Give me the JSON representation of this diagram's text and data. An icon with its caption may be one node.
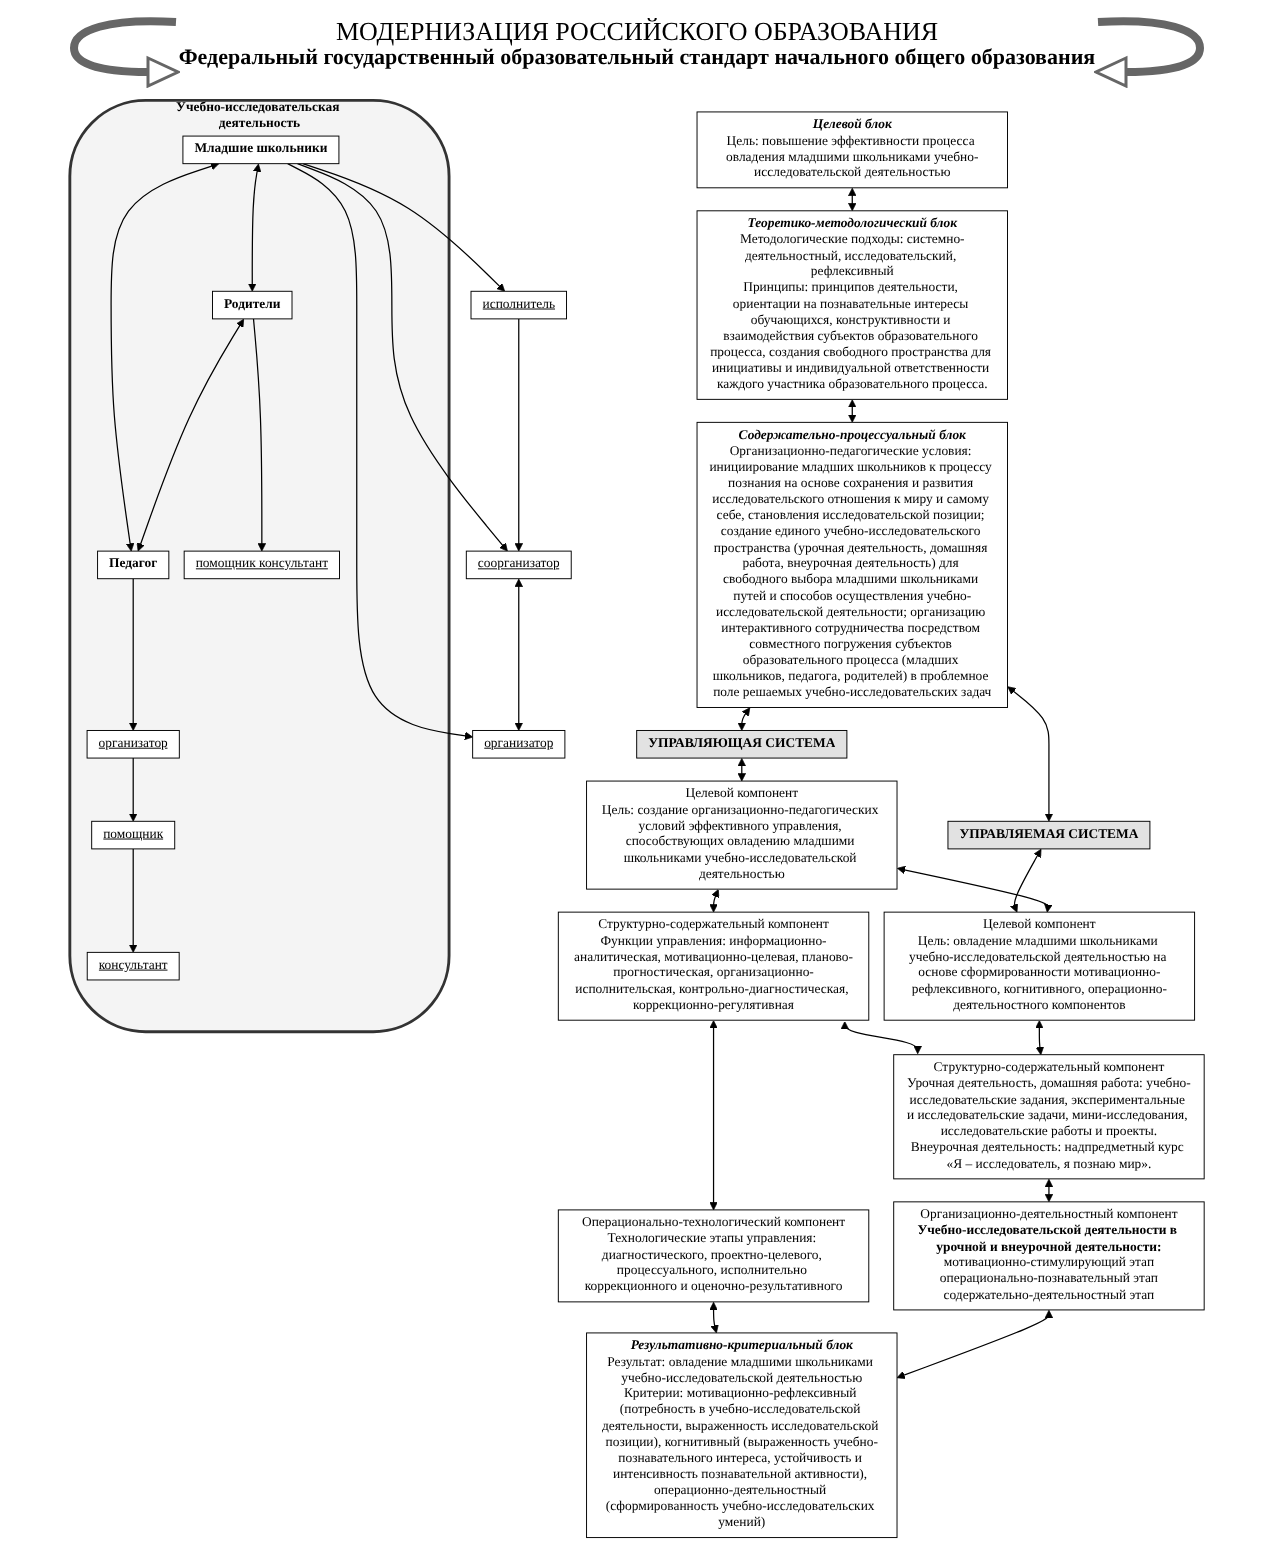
{
  "diagram": {
    "title": "МОДЕРНИЗАЦИЯ РОССИЙСКОГО ОБРАЗОВАНИЯ",
    "nodes": [
      {
        "text": [
          "Целевой блок",
          "Цель: повышение эффективности процесса овладения младшими школьниками учебно-исследовательской деятельностью"
        ]
      },
      {
        "text": [
          "Теоретико-методологический блок",
          "Методологические подходы: системно-деятельностный, исследовательский, рефлексивный",
          "Принципы: принципов деятельности, ориентации на познавательные интересы обучающихся, конструктивности и взаимодействия субъектов образовательного процесса, создания свободного пространства для инициативы и индивидуальной ответственности каждого участника образовательного процесса."
        ]
      },
      {
        "text": [
          "Содержательно-процессуальный блок",
          "Организационно-педагогические условия: инициирование младших школьников к процессу познания на основе сохранения и развития исследовательского отношения к миру и самому себе, становления исследовательской позиции; создание единого учебно-исследовательского пространства (урочная деятельность, домашняя работа, внеурочная деятельность) для свободного выбора младшими школьниками путей и способов осуществления учебно-исследовательской деятельности; организацию интерактивного сотрудничества посредством совместного погружения субъектов образовательного процесса (младших школьников, педагога, родителей) в проблемное поле решаемых учебно-исследовательских задач"
        ]
      },
      {
        "text": [
          "УПРАВЛЯЮЩАЯ СИСТЕМА"
        ]
      },
      {
        "text": [
          "УПРАВЛЯЕМАЯ СИСТЕМА"
        ]
      },
      {
        "text": [
          "Целевой компонент",
          "Цель: создание организационно-педагогических условий эффективного управления, способствующих овладению младшими школьниками учебно-исследовательской деятельностью"
        ]
      },
      {
        "text": [
          "Целевой компонент",
          "Цель: овладение младшими школьниками учебно-исследовательской деятельностью на основе сформированности мотивационно-рефлексивного, когнитивного, операционно-деятельностного компонентов"
        ]
      },
      {
        "text": [
          "Учебно-исследовательская деятельность"
        ]
      },
      {
        "text": [
          "Младшие школьники"
        ],
        "in": 7
      },
      {
        "text": [
          "исполнитель"
        ]
      },
      {
        "text": [
          "Родители"
        ],
        "in": 7
      },
      {
        "text": [
          "Педагог"
        ],
        "in": 7
      },
      {
        "text": [
          "соорганизатор"
        ]
      },
      {
        "text": [
          "помощник консультант"
        ],
        "in": 7
      },
      {
        "text": [
          "организатор"
        ],
        "in": 7
      },
      {
        "text": [
          "организатор"
        ]
      },
      {
        "text": [
          "помощник"
        ],
        "in": 7
      },
      {
        "text": [
          "консультант"
        ],
        "in": 7
      },
      {
        "text": [
          "Структурно-содержательный компонент",
          "Функции управления: информационно-аналитическая, мотивационно-целевая, планово-прогностическая, организационно-исполнительская, контрольно-диагностическая, коррекционно-регулятивная"
        ]
      },
      {
        "text": [
          "Структурно-содержательный компонент",
          "Урочная деятельность, домашняя работа: учебно-исследовательские задания, экспериментальные и исследовательские задачи, мини-исследования, исследовательские работы и проекты.",
          "Внеурочная деятельность: надпредметный курс «Я – исследователь, я познаю мир»."
        ]
      },
      {
        "text": [
          "Операционально-технологический компонент",
          "Технологические этапы управления: диагностического, проектно-целевого, процессуального, исполнительно коррекционного и оценочно-результативного"
        ]
      },
      {
        "text": [
          "Организационно-деятельностный компонент",
          "Учебно-исследовательской деятельности в урочной и внеурочной деятельности:",
          "мотивационно-стимулирующий этап",
          "операционально-познавательный этап",
          "содержательно-деятельностный этап"
        ]
      },
      {
        "text": [
          "Результативно-критериальный блок",
          "Результат: овладение младшими школьниками учебно-исследовательской деятельностью",
          "Критерии: мотивационно-рефлексивный (потребность в учебно-исследовательской деятельности, выраженность исследовательской позиции), когнитивный (выраженность учебно-познавательного интереса, устойчивость и интенсивность познавательной активности), операционно-деятельностный (сформированность учебно-исследовательских умений)"
        ]
      }
    ],
    "edges": [
      {
        "from": 0,
        "to": 1,
        "arrow": "both"
      },
      {
        "from": 1,
        "to": 2,
        "arrow": "both"
      },
      {
        "from": 2,
        "to": 3,
        "arrow": "both"
      },
      {
        "from": 2,
        "to": 4,
        "arrow": "both"
      },
      {
        "from": 3,
        "to": 5,
        "arrow": "both"
      },
      {
        "from": 4,
        "to": 6,
        "arrow": "both"
      },
      {
        "from": 5,
        "to": 6,
        "arrow": "both"
      },
      {
        "from": 8,
        "to": 10,
        "arrow": "both"
      },
      {
        "from": 8,
        "to": 11,
        "arrow": "both"
      },
      {
        "from": 8,
        "to": 9,
        "arrow": "to"
      },
      {
        "from": 8,
        "to": 12,
        "arrow": "to"
      },
      {
        "from": 8,
        "to": 15,
        "arrow": "to"
      },
      {
        "from": 10,
        "to": 11,
        "arrow": "both"
      },
      {
        "from": 10,
        "to": 13,
        "arrow": "to"
      },
      {
        "from": 11,
        "to": 14,
        "arrow": "to"
      },
      {
        "from": 9,
        "to": 12,
        "arrow": "to"
      },
      {
        "from": 12,
        "to": 15,
        "arrow": "both"
      },
      {
        "from": 14,
        "to": 16,
        "arrow": "to"
      },
      {
        "from": 16,
        "to": 17,
        "arrow": "to"
      },
      {
        "from": 5,
        "to": 18,
        "arrow": "both"
      },
      {
        "from": 6,
        "to": 19,
        "arrow": "both"
      },
      {
        "from": 18,
        "to": 19,
        "arrow": "both"
      },
      {
        "from": 18,
        "to": 20,
        "arrow": "both"
      },
      {
        "from": 19,
        "to": 21,
        "arrow": "both"
      },
      {
        "from": 20,
        "to": 22,
        "arrow": "both"
      },
      {
        "from": 21,
        "to": 22,
        "arrow": "both"
      }
    ],
    "labels": [
      "Федеральный государственный образовательный стандарт начального общего образования"
    ]
  }
}
